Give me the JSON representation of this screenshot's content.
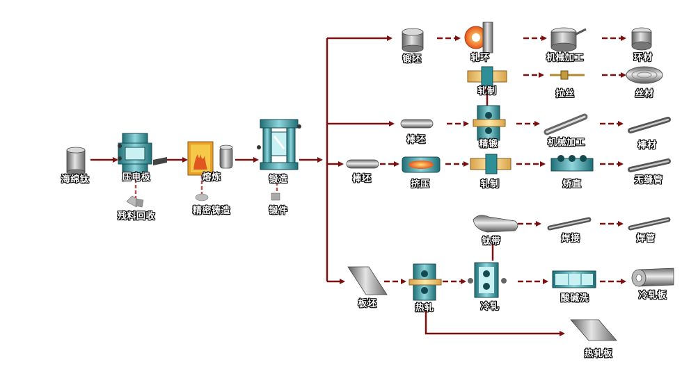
{
  "colors": {
    "arrow": "#7a1010",
    "arrow_dash": "#8c1a1a",
    "machine": "#2e8f97",
    "machine_light": "#aee3e8",
    "steel": "#9a9a9a",
    "hot": "#f07a1e",
    "label_fill": "#ffffff",
    "label_outline": "#000000"
  },
  "nodes": {
    "sponge_titanium": "海绵钛",
    "electrode_press": "压电极",
    "scrap_recycle": "残料回收",
    "melting": "熔炼",
    "precision_casting": "精密铸造",
    "forging": "锻造",
    "forgings": "锻件",
    "forged_billet": "锻坯",
    "ring_rolling": "轧环",
    "machining_ring": "机械加工",
    "ring_product": "环材",
    "rolling_upper": "轧制",
    "wire_drawing": "拉丝",
    "wire_product": "丝材",
    "bar_billet_upper": "棒坯",
    "precision_forging": "精锻",
    "machining_bar": "机械加工",
    "bar_product": "棒材",
    "bar_billet_lower": "棒坯",
    "extrusion": "挤压",
    "rolling_lower": "轧制",
    "straightening": "矫直",
    "seamless_tube": "无缝管",
    "titanium_strip": "钛带",
    "welding": "焊接",
    "welded_tube": "焊管",
    "slab": "板坯",
    "hot_rolling": "热轧",
    "cold_rolling": "冷轧",
    "pickling": "酸碱洗",
    "cold_rolled_plate": "冷轧板",
    "hot_rolled_plate": "热轧板"
  }
}
